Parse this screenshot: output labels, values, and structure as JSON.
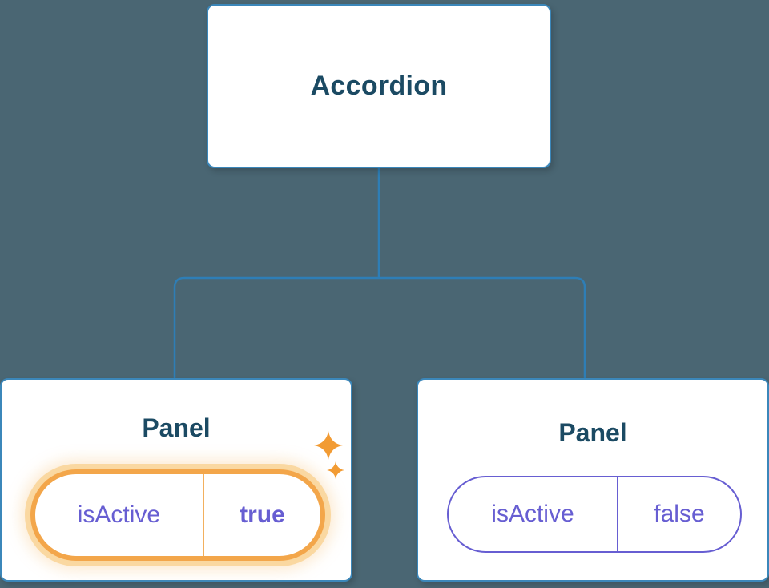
{
  "tree": {
    "root_label": "Accordion",
    "panels": [
      {
        "title": "Panel",
        "state_key": "isActive",
        "state_value": "true",
        "highlighted": true
      },
      {
        "title": "Panel",
        "state_key": "isActive",
        "state_value": "false",
        "highlighted": false
      }
    ]
  },
  "icons": {
    "sparkle": "✦ four-point star (highlight accent)"
  },
  "colors": {
    "background": "#4a6673",
    "line": "#2e7eb6",
    "box_border": "#3b87ba",
    "title_text": "#1b4a63",
    "purple": "#675ed2",
    "orange": "#f3a64a",
    "glow": "#f9d397",
    "sparkle": "#f29b33"
  }
}
